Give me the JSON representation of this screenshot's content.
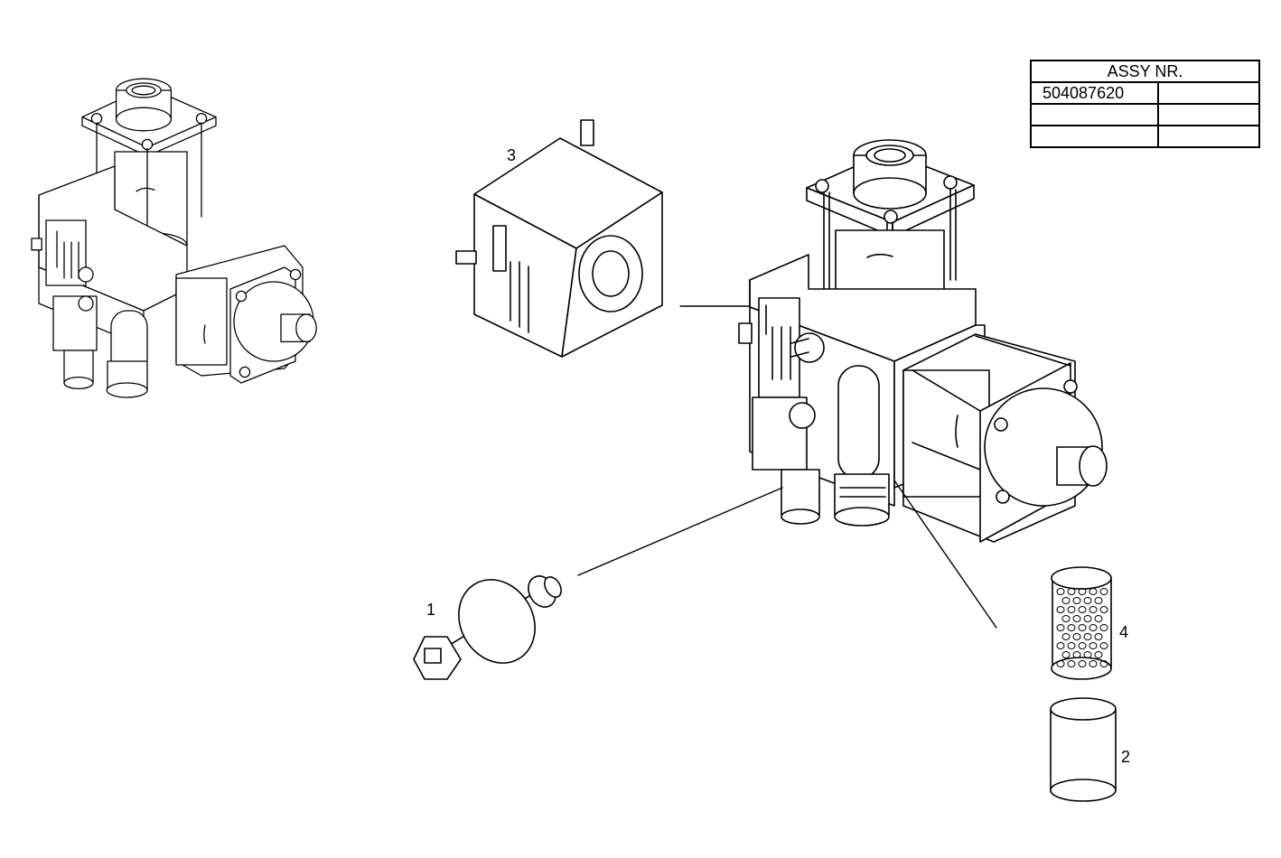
{
  "assy_table": {
    "header": "ASSY NR.",
    "rows": [
      [
        "504087620",
        ""
      ],
      [
        "",
        ""
      ],
      [
        "",
        ""
      ]
    ]
  },
  "callouts": [
    "1",
    "2",
    "3",
    "4"
  ],
  "colors": {
    "line": "#000000",
    "background": "#ffffff",
    "shade": "#d8d8d8"
  }
}
